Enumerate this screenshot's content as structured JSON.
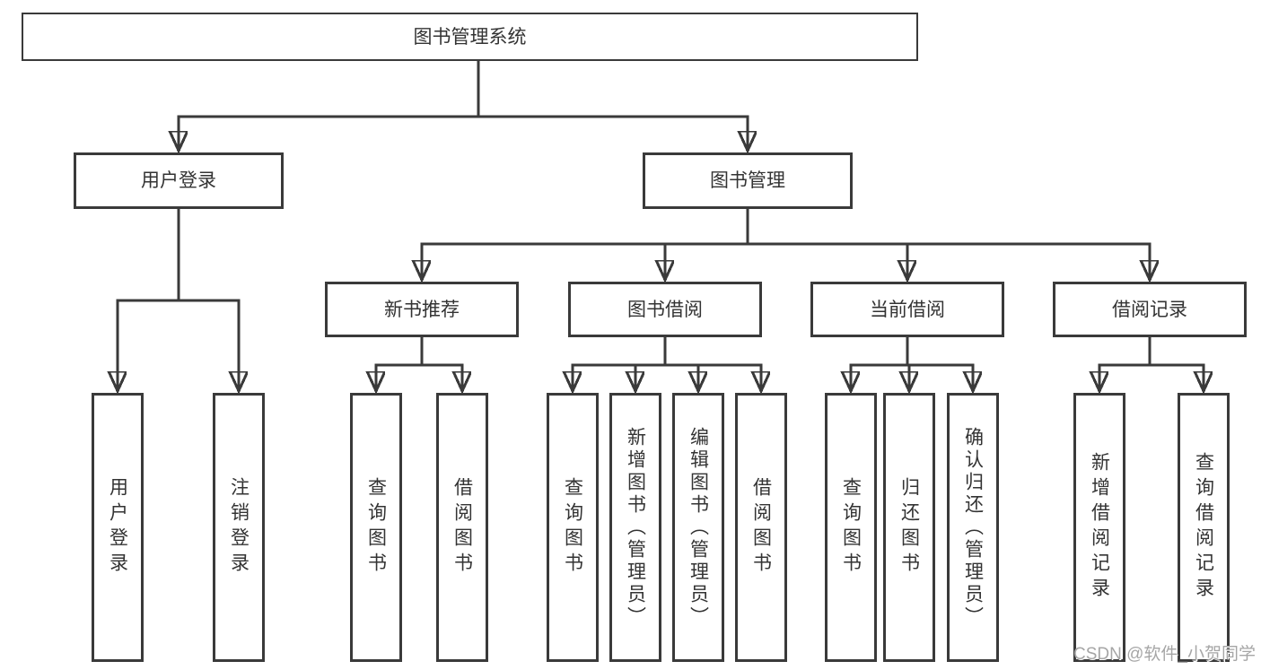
{
  "tree": {
    "root": "图书管理系统",
    "children": [
      {
        "label": "用户登录",
        "children": [
          "用户登录",
          "注销登录"
        ]
      },
      {
        "label": "图书管理",
        "children": [
          {
            "label": "新书推荐",
            "children": [
              "查询图书",
              "借阅图书"
            ]
          },
          {
            "label": "图书借阅",
            "children": [
              "查询图书",
              "新增图书（管理员）",
              "编辑图书（管理员）",
              "借阅图书"
            ]
          },
          {
            "label": "当前借阅",
            "children": [
              "查询图书",
              "归还图书",
              "确认归还（管理员）"
            ]
          },
          {
            "label": "借阅记录",
            "children": [
              "新增借阅记录",
              "查询借阅记录"
            ]
          }
        ]
      }
    ]
  },
  "watermark": {
    "text": "CSDN @软件_小贺同学"
  },
  "colors": {
    "line": "#3a3a3a",
    "text": "#333333",
    "box_background": "#ffffff",
    "page_background": "#ffffff",
    "watermark": "#a6a6a6"
  }
}
